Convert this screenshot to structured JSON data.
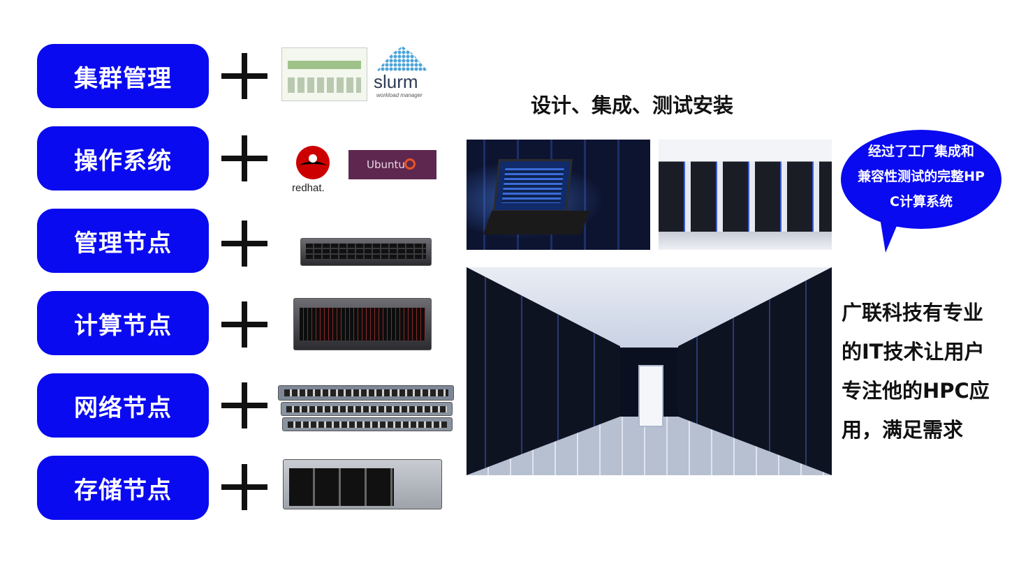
{
  "left_items": [
    {
      "label": "集群管理"
    },
    {
      "label": "操作系统"
    },
    {
      "label": "管理节点"
    },
    {
      "label": "计算节点"
    },
    {
      "label": "网络节点"
    },
    {
      "label": "存储节点"
    }
  ],
  "logos": {
    "redhat_text": "redhat.",
    "ubuntu_text": "Ubuntu",
    "slurm_text": "slurm",
    "slurm_sub": "workload manager"
  },
  "middle_title": "设计、集成、测试安装",
  "bubble_lines": [
    "经过了工厂集成和",
    "兼容性测试的完整HP",
    "C计算系统"
  ],
  "right_lines": [
    "广联科技有专业",
    "的IT技术让用户",
    "专注他的HPC应",
    "用，满足需求"
  ],
  "colors": {
    "accent_blue": "#0a0af0"
  },
  "icons": [
    "plus-icon",
    "redhat-logo",
    "ubuntu-logo",
    "slurm-logo"
  ]
}
